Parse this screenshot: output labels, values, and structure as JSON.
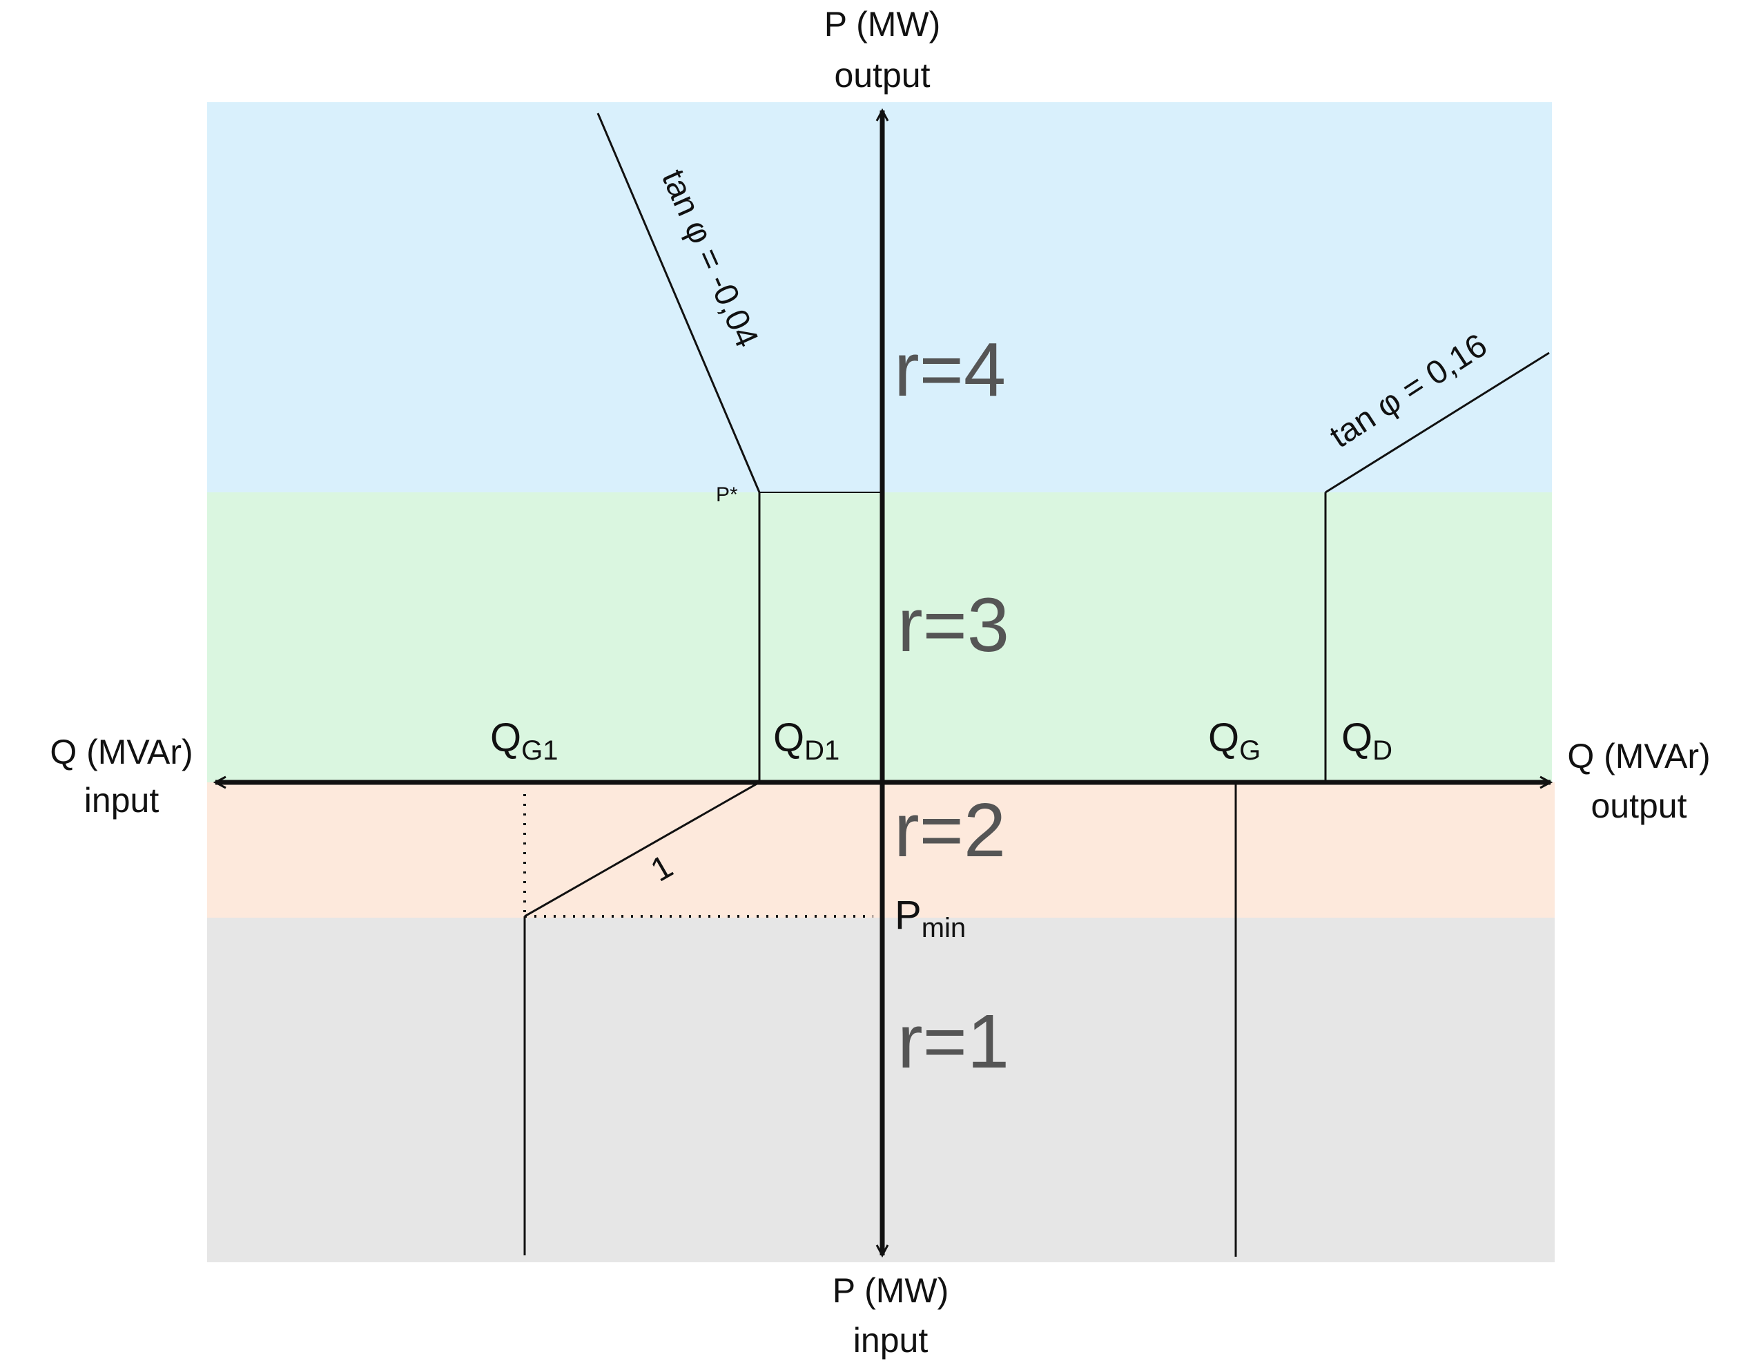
{
  "axes": {
    "p_top_line1": "P (MW)",
    "p_top_line2": "output",
    "p_bottom_line1": "P (MW)",
    "p_bottom_line2": "input",
    "q_left_line1": "Q (MVAr)",
    "q_left_line2": "input",
    "q_right_line1": "Q (MVAr)",
    "q_right_line2": "output"
  },
  "regions": [
    {
      "label": "r=4",
      "color": "#d9f0fc"
    },
    {
      "label": "r=3",
      "color": "#daf6e0"
    },
    {
      "label": "r=2",
      "color": "#fde9dc"
    },
    {
      "label": "r=1",
      "color": "#e6e6e6"
    }
  ],
  "points": {
    "qg1_main": "Q",
    "qg1_sub": "G1",
    "qd1_main": "Q",
    "qd1_sub": "D1",
    "qg_main": "Q",
    "qg_sub": "G",
    "qd_main": "Q",
    "qd_sub": "D",
    "pmin_main": "P",
    "pmin_sub": "min",
    "p_star": "P*"
  },
  "lines": {
    "tan_left": "tan φ = -0,04",
    "tan_right": "tan φ = 0,16",
    "slope_one": "1"
  },
  "colors": {
    "line": "#111111"
  }
}
